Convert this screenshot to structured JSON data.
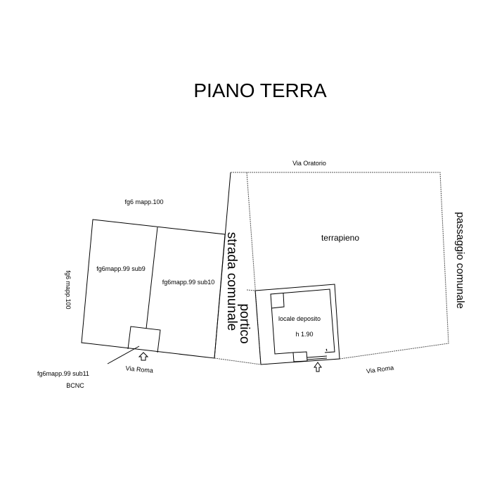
{
  "title": "PIANO TERRA",
  "labels": {
    "via_oratorio": "Via Oratorio",
    "fg6_mapp100_top": "fg6 mapp.100",
    "fg6_mapp100_side": "fg6 mapp.100",
    "sub9": "fg6mapp.99 sub9",
    "sub10": "fg6mapp.99 sub10",
    "sub11": "fg6mapp.99 sub11",
    "bcnc": "BCNC",
    "via_roma_left": "Via Roma",
    "via_roma_right": "Via Roma",
    "strada_comunale": "strada comunale",
    "portico": "portico",
    "terrapieno": "terrapieno",
    "locale_deposito": "locale deposito",
    "height": "h 1.90",
    "passaggio_comunale": "passaggio comunale"
  }
}
